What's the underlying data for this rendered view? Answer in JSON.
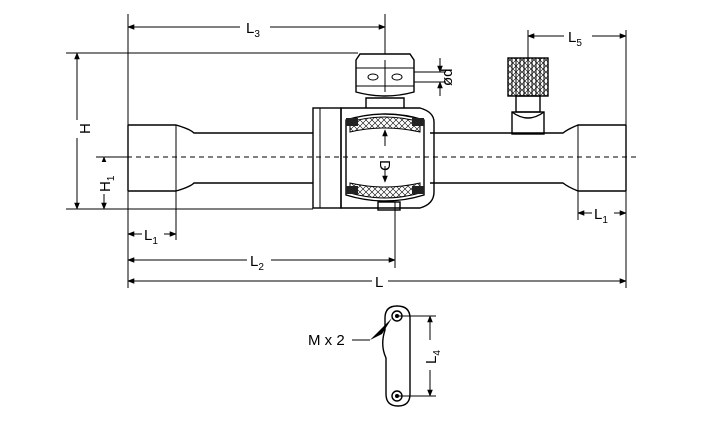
{
  "labels": {
    "L": "L",
    "L1_main": "L",
    "L1_sub": "1",
    "L1b_main": "L",
    "L1b_sub": "1",
    "L2_main": "L",
    "L2_sub": "2",
    "L3_main": "L",
    "L3_sub": "3",
    "L4_main": "L",
    "L4_sub": "4",
    "L5_main": "L",
    "L5_sub": "5",
    "H": "H",
    "H1_main": "H",
    "H1_sub": "1",
    "od": "ød",
    "D": "D",
    "thread": "M x 2"
  }
}
